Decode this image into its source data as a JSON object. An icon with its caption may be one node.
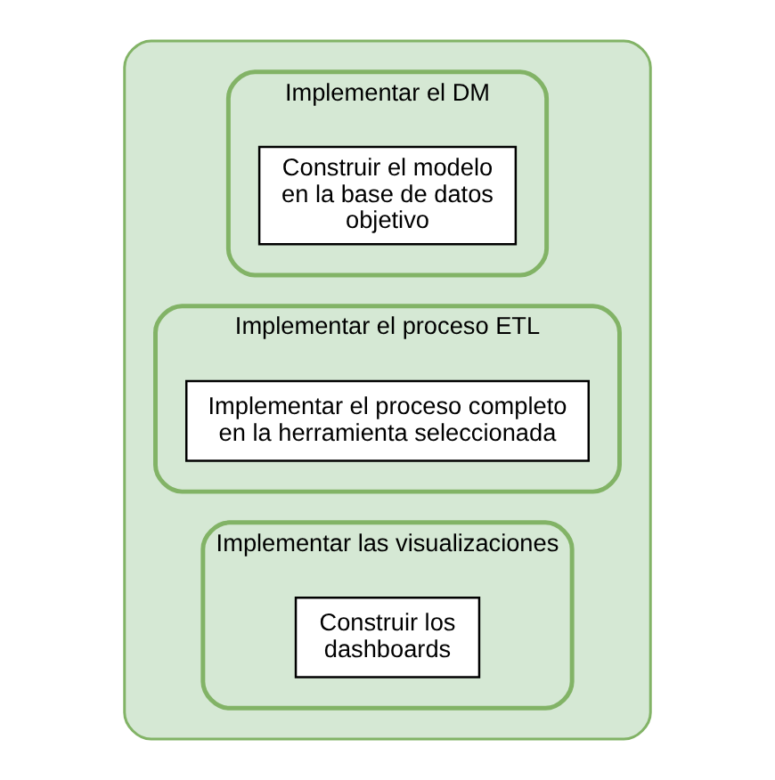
{
  "diagram": {
    "nodes": [
      {
        "text": [],
        "shape": "box"
      },
      {
        "text": [
          "Implementar el DM"
        ],
        "in": 0
      },
      {
        "text": [
          "Construir el modelo en la base de datos objetivo"
        ],
        "in": 1
      },
      {
        "text": [
          "Implementar el proceso ETL"
        ],
        "in": 0
      },
      {
        "text": [
          "Implementar el proceso completo en la herramienta seleccionada"
        ],
        "in": 3
      },
      {
        "text": [
          "Implementar las visualizaciones"
        ],
        "in": 0
      },
      {
        "text": [
          "Construir los dashboards"
        ],
        "in": 5
      }
    ]
  }
}
